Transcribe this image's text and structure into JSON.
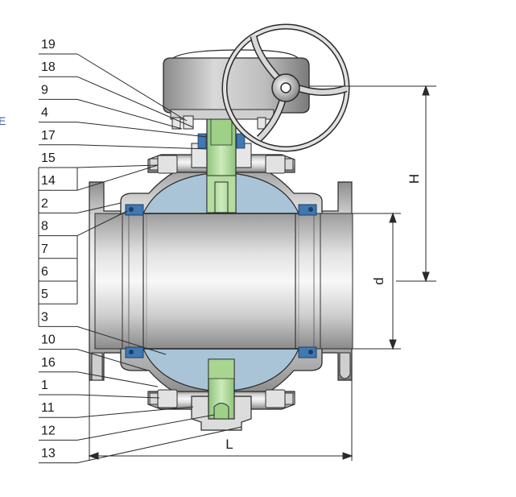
{
  "diagram": {
    "part_numbers": [
      "19",
      "18",
      "9",
      "4",
      "17",
      "15",
      "14",
      "2",
      "8",
      "7",
      "6",
      "5",
      "3",
      "10",
      "16",
      "1",
      "11",
      "12",
      "13"
    ],
    "dimensions": {
      "height": "H",
      "bore": "d",
      "length": "L"
    },
    "edge_mark": "E"
  },
  "colors": {
    "body_light": "#eeeeee",
    "body_dark": "#9a9a9a",
    "ball": "#a9c4d6",
    "stem": "#b6dca0",
    "seat_ring": "#3f78b3",
    "outline": "#2a2a2a"
  }
}
